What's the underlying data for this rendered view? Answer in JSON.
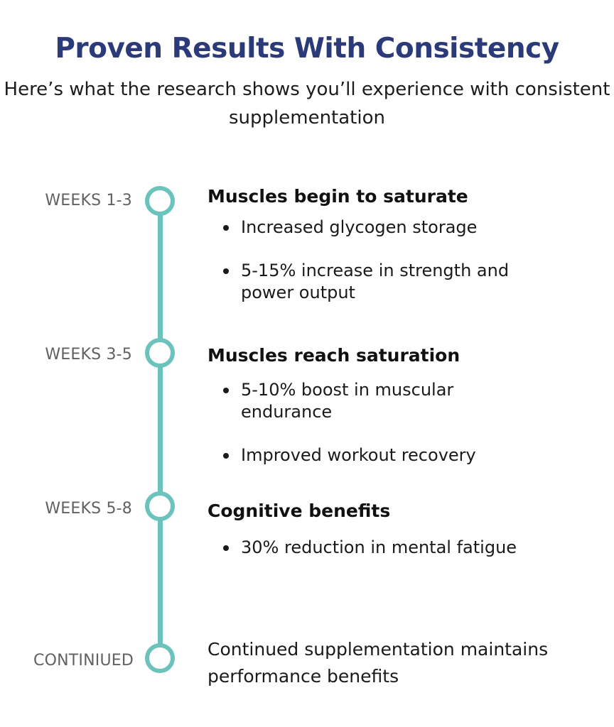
{
  "header": {
    "title": "Proven Results With Consistency",
    "subtitle": "Here’s what the research shows you’ll experience with consistent supplementation"
  },
  "colors": {
    "title": "#2b3a78",
    "timeline": "#6bc3bb",
    "label": "#616161"
  },
  "timeline": [
    {
      "label": "WEEKS 1-3",
      "heading": "Muscles begin to saturate",
      "bullets": [
        "Increased glycogen storage",
        "5-15% increase in strength and power output"
      ]
    },
    {
      "label": "WEEKS 3-5",
      "heading": "Muscles reach saturation",
      "bullets": [
        "5-10% boost in muscular endurance",
        "Improved workout recovery"
      ]
    },
    {
      "label": "WEEKS 5-8",
      "heading": "Cognitive benefits",
      "bullets": [
        "30% reduction in mental fatigue"
      ]
    },
    {
      "label": "CONTINIUED",
      "text": "Continued supplementation maintains performance benefits"
    }
  ]
}
